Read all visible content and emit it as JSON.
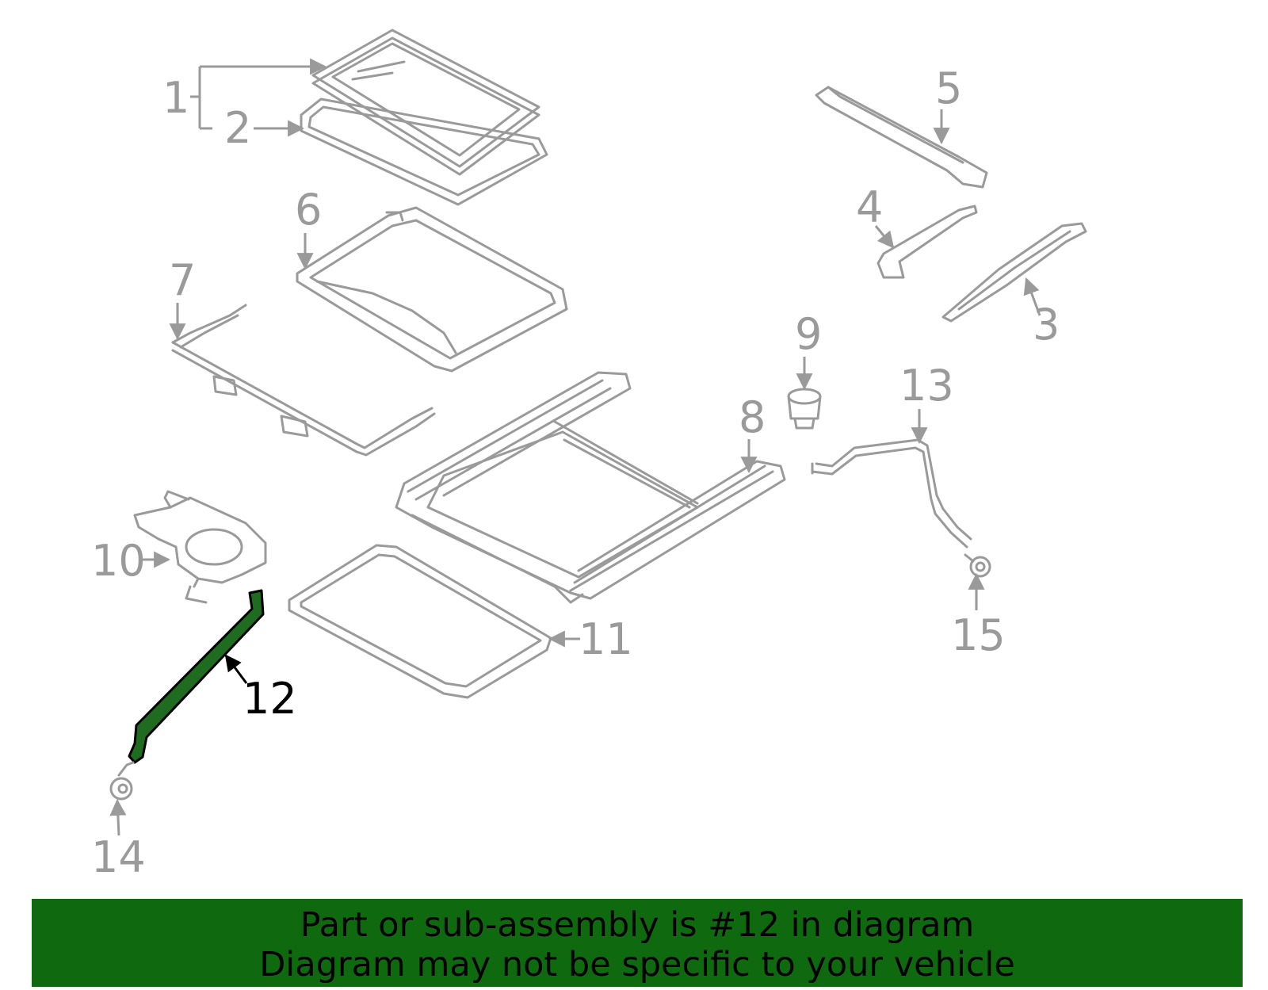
{
  "callouts": {
    "c1": "1",
    "c2": "2",
    "c3": "3",
    "c4": "4",
    "c5": "5",
    "c6": "6",
    "c7": "7",
    "c8": "8",
    "c9": "9",
    "c10": "10",
    "c11": "11",
    "c12": "12",
    "c13": "13",
    "c14": "14",
    "c15": "15"
  },
  "highlighted_part": "12",
  "colors": {
    "highlight_fill": "#1f6b1f",
    "banner": "#0f6a0f",
    "line": "#9a9a9a"
  },
  "banner": {
    "line1": "Part or sub-assembly is #12 in diagram",
    "line2": "Diagram may not be specific to your vehicle"
  }
}
